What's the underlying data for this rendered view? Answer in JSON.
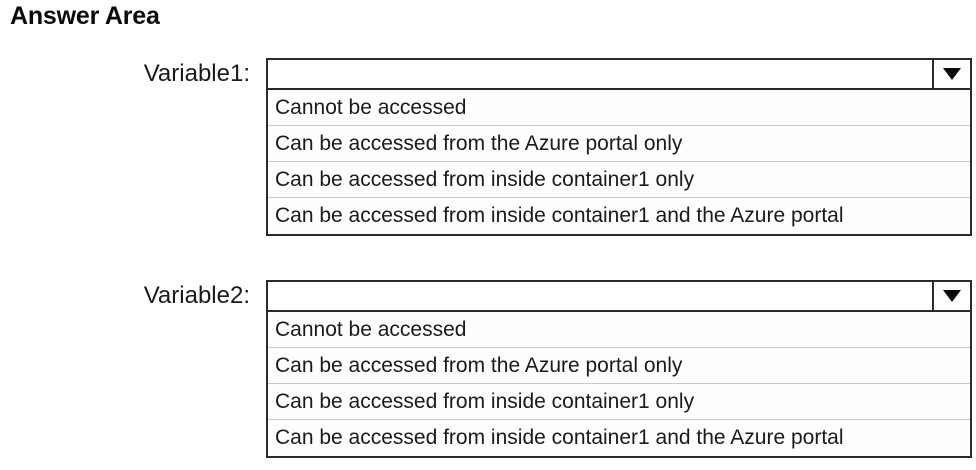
{
  "page": {
    "title": "Answer Area"
  },
  "options": [
    "Cannot be accessed",
    "Can be accessed from the Azure portal only",
    "Can be accessed from inside container1 only",
    "Can be accessed from inside container1 and the Azure portal"
  ],
  "rows": [
    {
      "id": "variable1",
      "label": "Variable1:",
      "selected_value": "",
      "placeholder": "",
      "expanded": true,
      "arrow_icon": "chevron-down-icon",
      "options": [
        "Cannot be accessed",
        "Can be accessed from the Azure portal only",
        "Can be accessed from inside container1 only",
        "Can be accessed from inside container1 and the Azure portal"
      ]
    },
    {
      "id": "variable2",
      "label": "Variable2:",
      "selected_value": "",
      "placeholder": "",
      "expanded": true,
      "arrow_icon": "chevron-down-icon",
      "options": [
        "Cannot be accessed",
        "Can be accessed from the Azure portal only",
        "Can be accessed from inside container1 only",
        "Can be accessed from inside container1 and the Azure portal"
      ]
    }
  ],
  "colors": {
    "background": "#ffffff",
    "border": "#2b2b2b",
    "separator": "#c9c9c9",
    "text": "#1a1a1a"
  }
}
